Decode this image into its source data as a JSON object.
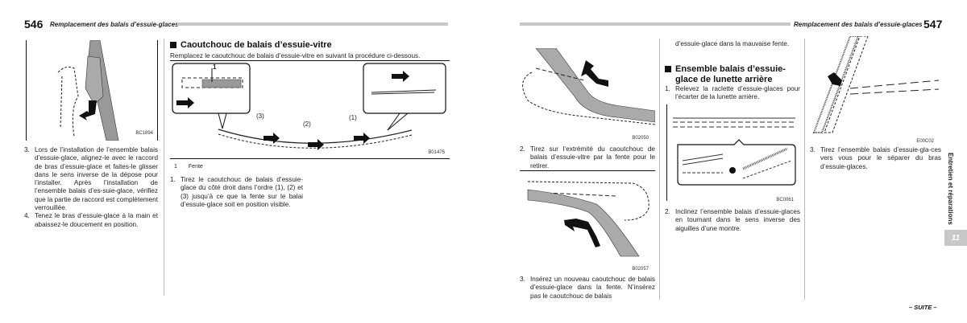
{
  "left_page": {
    "page_number": "546",
    "header_title": "Remplacement des balais d’essuie-glaces",
    "figure1_code": "BC1894",
    "steps_col1": [
      {
        "num": "3.",
        "text": "Lors de l’installation de l’ensemble balais d’essuie-glace, alignez-le avec le raccord de bras d’essuie-glace et faites-le glisser dans le sens inverse de la dépose pour l’installer. Après l’installation de l’ensemble balais d’es-suie-glace, vérifiez que la partie de raccord est complètement verrouillée."
      },
      {
        "num": "4.",
        "text": "Tenez le bras d’essuie-glace à la main et abaissez-le doucement en position."
      }
    ],
    "section_title": "Caoutchouc de balais d’essuie-vitre",
    "section_intro": "Remplacez le caoutchouc de balais d’essuie-vitre en suivant la procédure ci-dessous.",
    "figure2": {
      "callout_label": "1",
      "order_labels": [
        "(3)",
        "(2)",
        "(1)"
      ],
      "code": "B01475"
    },
    "legend": {
      "num": "1",
      "text": "Fente"
    },
    "steps_col2": [
      {
        "num": "1.",
        "text": "Tirez le caoutchouc de balais d’essuie-glace du côté droit dans l’ordre (1), (2) et (3) jusqu’à ce que la fente sur le balai d’essuie-glace soit en position visible."
      }
    ]
  },
  "right_page": {
    "page_number": "547",
    "header_title": "Remplacement des balais d’essuie-glaces",
    "figure1_code": "B02050",
    "step2": {
      "num": "2.",
      "text": "Tirez sur l’extrémité du caoutchouc de balais d’essuie-vitre par la fente pour le retirer."
    },
    "figure2_code": "B02057",
    "step3": {
      "num": "3.",
      "text": "Insérez un nouveau caoutchouc de balais d’essuie-glace dans la fente. N’insérez pas le caoutchouc de balais"
    },
    "step3_cont": "d’essuie-glace dans la mauvaise fente.",
    "section_title_line1": "Ensemble balais d’essuie-",
    "section_title_line2": "glace de lunette arrière",
    "rear_step1": {
      "num": "1.",
      "text": "Relevez la raclette d’essuie-glaces pour l’écarter de la lunette arrière."
    },
    "figure3_code": "BC0061",
    "rear_step2": {
      "num": "2.",
      "text": "Inclinez l’ensemble balais d’essuie-glaces en tournant dans le sens inverse des aiguilles d’une montre."
    },
    "figure4_code": "E00C02",
    "rear_step3": {
      "num": "3.",
      "text": "Tirez l’ensemble balais d’essuie-gla-ces vers vous pour le séparer du bras d’essuie-glaces."
    },
    "side_tab": "Entretien et réparations",
    "chapter_number": "11",
    "continued": "– SUITE –"
  }
}
